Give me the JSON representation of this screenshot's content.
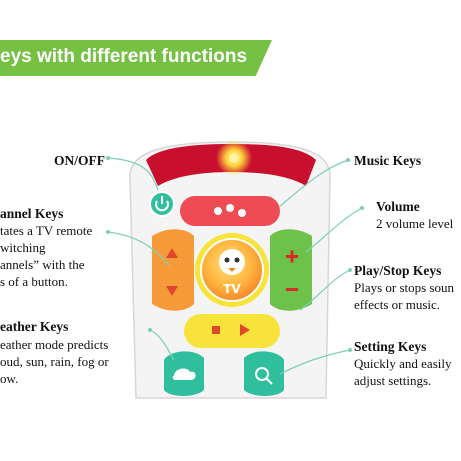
{
  "banner": {
    "title": "eys with different functions"
  },
  "labels": {
    "on_off": {
      "title": "ON/OFF"
    },
    "channel": {
      "title": "annel Keys",
      "lines": [
        "tates a TV remote",
        "witching",
        "annels” with the",
        "s of a button."
      ]
    },
    "weather": {
      "title": "eather Keys",
      "lines": [
        "eather mode predicts",
        "oud, sun, rain, fog or",
        "ow."
      ]
    },
    "music": {
      "title": "Music Keys"
    },
    "volume": {
      "title": "Volume",
      "lines": [
        "2 volume level"
      ]
    },
    "play_stop": {
      "title": "Play/Stop Keys",
      "lines": [
        "Plays or stops soun",
        "effects or music."
      ]
    },
    "setting": {
      "title": "Setting Keys",
      "lines": [
        "Quickly and easily",
        "adjust settings."
      ]
    }
  },
  "toy": {
    "center_logo": "TV"
  },
  "colors": {
    "banner": "#76c043",
    "body": "#f4f4f4",
    "top": "#c8102e",
    "light": "#ffd23c",
    "music": "#ef4b55",
    "orange": "#f79b3a",
    "green": "#6dc249",
    "yellow": "#f7e33a",
    "teal": "#2fbf9e",
    "connector": "#7ecfb8"
  }
}
